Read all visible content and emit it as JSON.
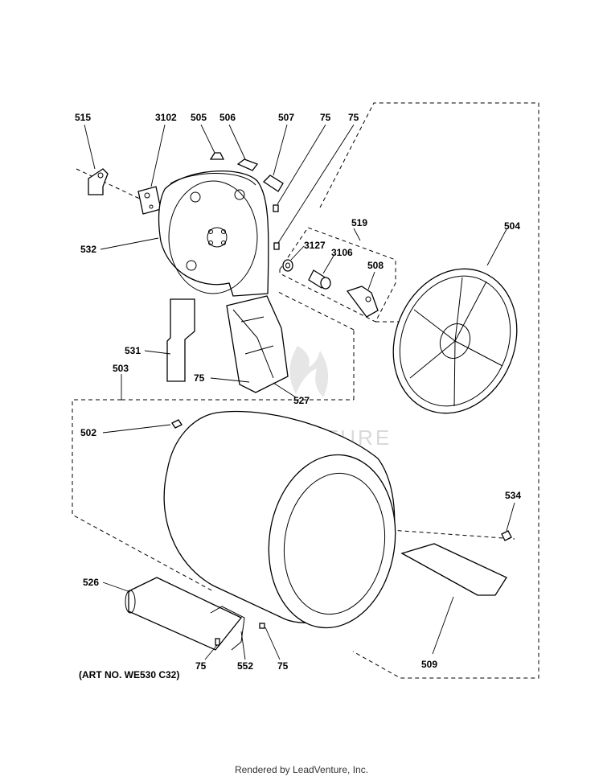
{
  "diagram": {
    "labels": {
      "p515": "515",
      "p3102": "3102",
      "p505": "505",
      "p506": "506",
      "p507": "507",
      "p75a": "75",
      "p75b": "75",
      "p519": "519",
      "p504": "504",
      "p532": "532",
      "p3127": "3127",
      "p3106": "3106",
      "p508": "508",
      "p531": "531",
      "p503": "503",
      "p75c": "75",
      "p527": "527",
      "p502": "502",
      "p534": "534",
      "p526": "526",
      "p75d": "75",
      "p552": "552",
      "p75e": "75",
      "p509": "509"
    },
    "art_number": "(ART NO. WE530 C32)",
    "watermark": "LEADVENTURE"
  },
  "footer": {
    "text": "Rendered by LeadVenture, Inc."
  }
}
